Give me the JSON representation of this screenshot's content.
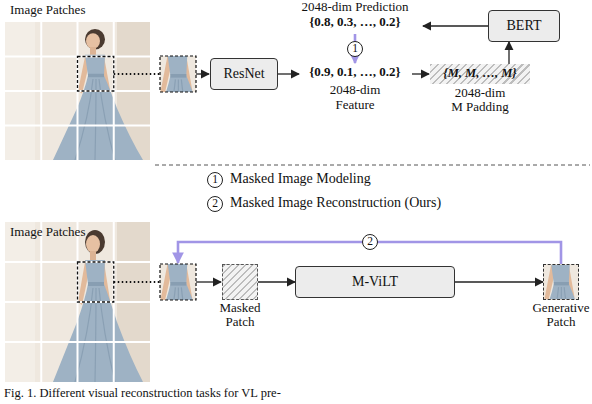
{
  "diagram": {
    "caption": "Fig. 1. Different visual reconstruction tasks for VL pre-",
    "nodes": [
      {
        "text": [
          "ResNet"
        ]
      },
      {
        "text": [
          "{M, M, …, M}",
          "2048-dim M Padding"
        ]
      },
      {
        "text": [
          "BERT"
        ]
      },
      {
        "text": [
          "Masked Patch"
        ]
      },
      {
        "text": [
          "M-ViLT"
        ]
      },
      {
        "text": [
          "Generative Patch"
        ]
      }
    ],
    "edges": [
      {
        "from": 1,
        "to": 2,
        "arrow": "to"
      },
      {
        "from": 3,
        "to": 4,
        "arrow": "to"
      },
      {
        "from": 4,
        "to": 5,
        "arrow": "to"
      }
    ],
    "labels": [
      "Image Patches",
      "2048-dim Prediction",
      "{0.8, 0.3, …, 0.2}",
      "1",
      "{0.9, 0.1, …, 0.2}",
      "2048-dim Feature",
      "1",
      "Masked Image Modeling",
      "2",
      "Masked Image Reconstruction (Ours)",
      "Image Patches",
      "2"
    ]
  }
}
